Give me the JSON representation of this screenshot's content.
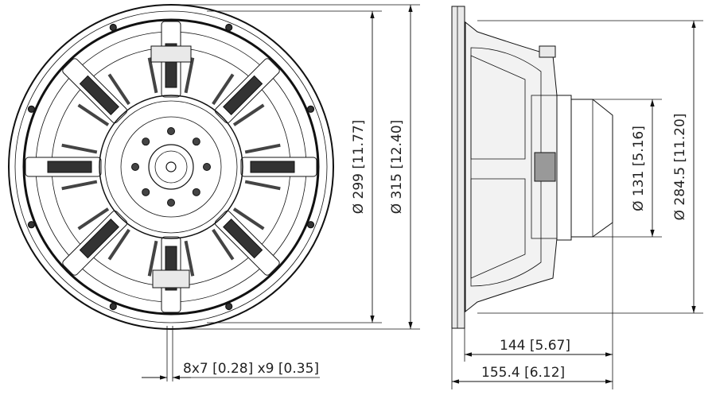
{
  "front_view": {
    "dim_inner_diameter": "Ø 299 [11.77]",
    "dim_outer_diameter": "Ø 315 [12.40]",
    "dim_mounting_holes": "8x7 [0.28] x9 [0.35]"
  },
  "side_view": {
    "dim_magnet_diameter": "Ø 131 [5.16]",
    "dim_baffle_cutout": "Ø 284.5 [11.20]",
    "dim_depth_mounting": "144 [5.67]",
    "dim_depth_overall": "155.4 [6.12]"
  }
}
